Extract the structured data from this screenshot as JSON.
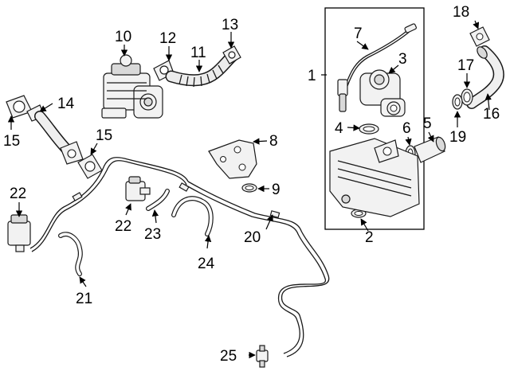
{
  "diagram": {
    "callouts": {
      "c1": "1",
      "c2": "2",
      "c3": "3",
      "c4": "4",
      "c5": "5",
      "c6": "6",
      "c7": "7",
      "c8": "8",
      "c9": "9",
      "c10": "10",
      "c11": "11",
      "c12": "12",
      "c13": "13",
      "c14": "14",
      "c15a": "15",
      "c15b": "15",
      "c16": "16",
      "c17": "17",
      "c18": "18",
      "c19": "19",
      "c20": "20",
      "c21": "21",
      "c22a": "22",
      "c22b": "22",
      "c23": "23",
      "c24": "24",
      "c25": "25"
    }
  }
}
